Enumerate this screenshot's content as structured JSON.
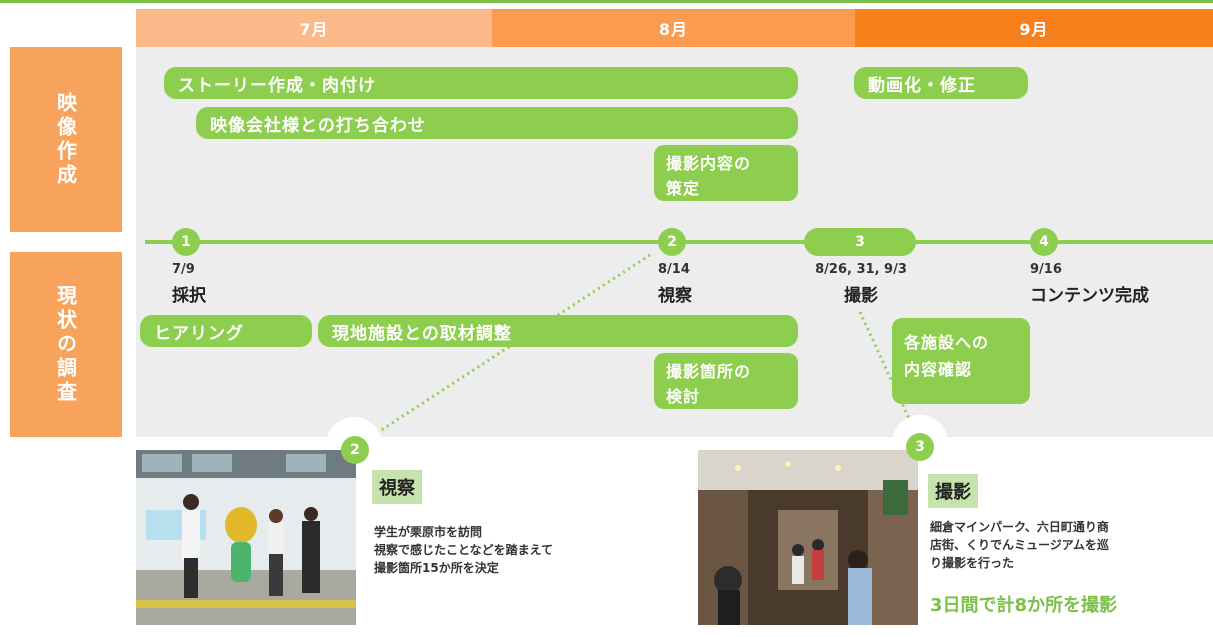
{
  "months": [
    "7月",
    "8月",
    "9月"
  ],
  "side_labels": {
    "video": "映像作成",
    "survey": "現状の調査"
  },
  "video_tasks": {
    "story": "ストーリー作成・肉付け",
    "meeting": "映像会社様との打ち合わせ",
    "shoot_plan": [
      "撮影内容の",
      "策定"
    ],
    "edit": "動画化・修正"
  },
  "milestones": [
    {
      "num": "1",
      "date": "7/9",
      "label": "採択"
    },
    {
      "num": "2",
      "date": "8/14",
      "label": "視察"
    },
    {
      "num": "3",
      "date": "8/26, 31, 9/3",
      "label": "撮影"
    },
    {
      "num": "4",
      "date": "9/16",
      "label": "コンテンツ完成"
    }
  ],
  "survey_tasks": {
    "hearing": "ヒアリング",
    "coverage": "現地施設との取材調整",
    "location": [
      "撮影箇所の",
      "検討"
    ],
    "confirm": [
      "各施設への",
      "内容確認"
    ]
  },
  "details": [
    {
      "num": "2",
      "title": "視察",
      "lines": [
        "学生が栗原市を訪問",
        "視察で感じたことなどを踏まえて",
        "撮影箇所15か所を決定"
      ]
    },
    {
      "num": "3",
      "title": "撮影",
      "lines": [
        "細倉マインパーク、六日町通り商",
        "店街、くりでんミュージアムを巡",
        "り撮影を行った"
      ],
      "highlight": "3日間で計8か所を撮影"
    }
  ],
  "colors": {
    "green": "#8dce4f",
    "orange_light": "#fbb98a",
    "orange_mid": "#fa9b50",
    "orange_dark": "#f77f1c",
    "side": "#f7a35c"
  }
}
